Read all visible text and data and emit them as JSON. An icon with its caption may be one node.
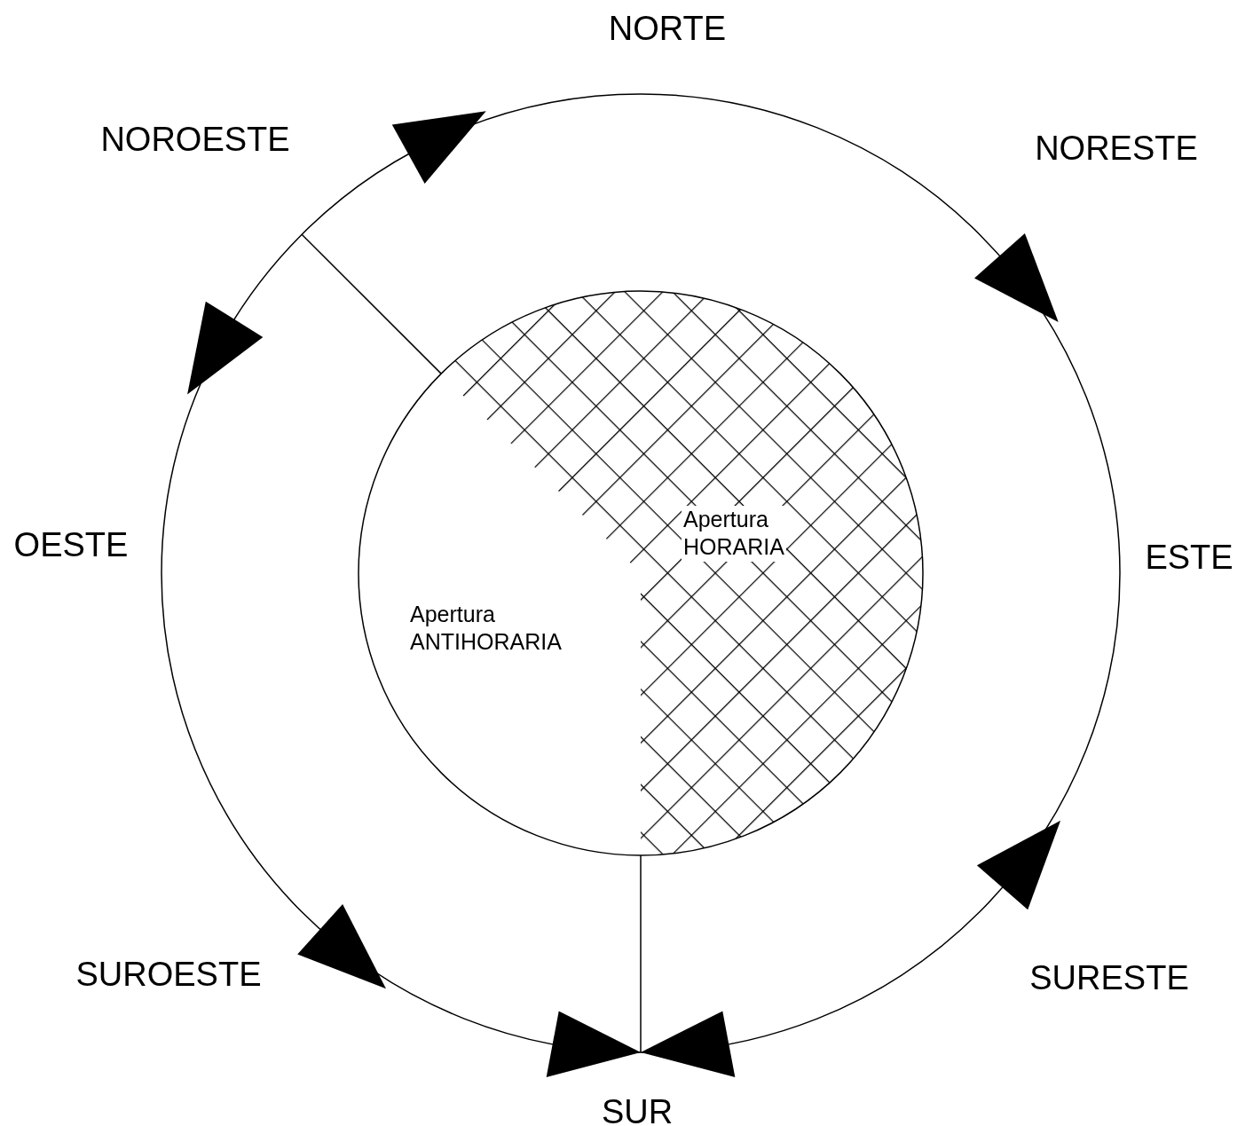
{
  "diagram": {
    "nodes": [
      {
        "text": [
          "Apertura HORARIA"
        ]
      },
      {
        "text": [
          "Apertura ANTIHORARIA"
        ]
      }
    ],
    "labels": [
      "NORTE",
      "NOROESTE",
      "NORESTE",
      "OESTE",
      "ESTE",
      "SUROESTE",
      "SURESTE",
      "SUR"
    ]
  }
}
